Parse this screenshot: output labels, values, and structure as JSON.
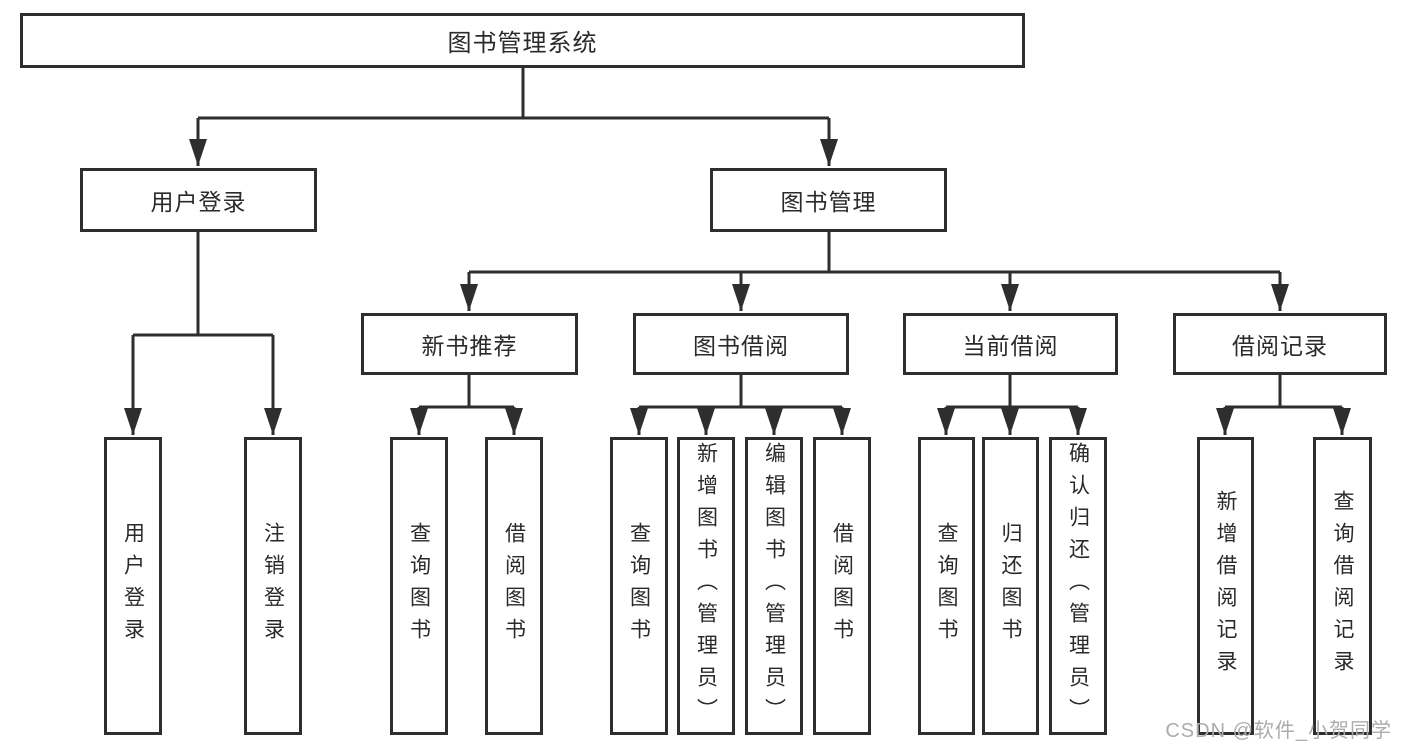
{
  "diagram": {
    "root": {
      "label": "图书管理系统"
    },
    "level2": [
      {
        "label": "用户登录"
      },
      {
        "label": "图书管理"
      }
    ],
    "level3": [
      {
        "label": "新书推荐"
      },
      {
        "label": "图书借阅"
      },
      {
        "label": "当前借阅"
      },
      {
        "label": "借阅记录"
      }
    ],
    "leaves": [
      {
        "label": "用户登录"
      },
      {
        "label": "注销登录"
      },
      {
        "label": "查询图书"
      },
      {
        "label": "借阅图书"
      },
      {
        "label": "查询图书"
      },
      {
        "label": "新增图书（管理员）"
      },
      {
        "label": "编辑图书（管理员）"
      },
      {
        "label": "借阅图书"
      },
      {
        "label": "查询图书"
      },
      {
        "label": "归还图书"
      },
      {
        "label": "确认归还（管理员）"
      },
      {
        "label": "新增借阅记录"
      },
      {
        "label": "查询借阅记录"
      }
    ],
    "colors": {
      "line": "#2e2e2e",
      "text": "#2a2a2a",
      "box_background": "#ffffff",
      "watermark": "#acacac"
    }
  },
  "watermark": {
    "text": "CSDN @软件_小贺同学"
  }
}
